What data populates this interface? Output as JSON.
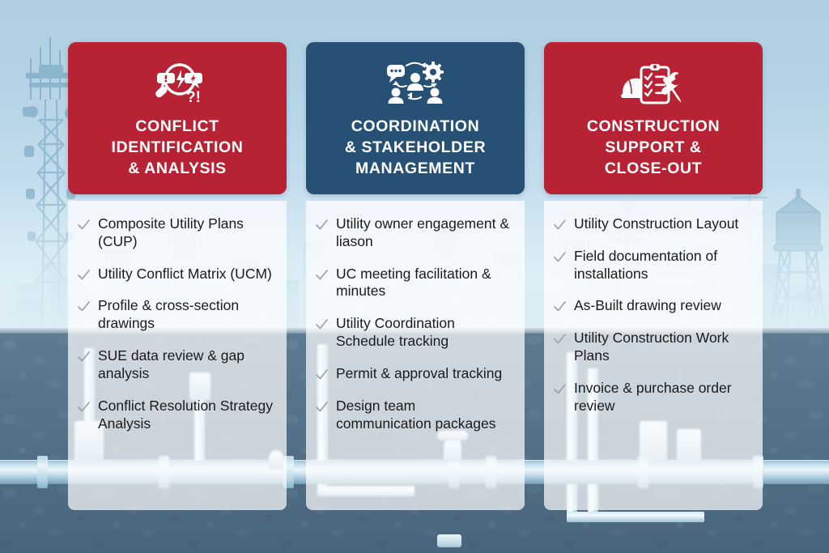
{
  "theme": {
    "red": "#b72234",
    "blue": "#265074",
    "panel_bg": "rgba(255,255,255,0.70)",
    "check_color": "#9aa3a8",
    "text_color": "#1a1a1a",
    "sky_color": "#b9d6e6",
    "underground_color": "#55738a"
  },
  "background": {
    "scene_name": "utility-infrastructure-scene",
    "elements": [
      "cell-tower-icon",
      "city-skyline",
      "water-tower-icon",
      "power-pole-icon",
      "underground-pipes",
      "gravel-soil-texture"
    ]
  },
  "columns": [
    {
      "id": "conflict-identification",
      "accent": "red",
      "icon": "conflict-magnifier-icon",
      "title": "CONFLICT\nIDENTIFICATION\n& ANALYSIS",
      "items": [
        "Composite Utility Plans (CUP)",
        "Utility Conflict Matrix (UCM)",
        "Profile & cross-section drawings",
        "SUE data review & gap analysis",
        "Conflict Resolution Strategy Analysis"
      ]
    },
    {
      "id": "coordination-stakeholder-management",
      "accent": "blue",
      "icon": "stakeholder-network-icon",
      "title": "COORDINATION\n& STAKEHOLDER\nMANAGEMENT",
      "items": [
        "Utility owner engagement & liason",
        "UC meeting facilitation & minutes",
        "Utility Coordination Schedule tracking",
        "Permit & approval tracking",
        "Design team communication packages"
      ]
    },
    {
      "id": "construction-support-closeout",
      "accent": "red",
      "icon": "hardhat-clipboard-tools-icon",
      "title": "CONSTRUCTION\nSUPPORT &\nCLOSE-OUT",
      "items": [
        "Utility Construction Layout",
        "Field documentation of installations",
        "As-Built drawing review",
        "Utility Construction Work Plans",
        "Invoice & purchase order review"
      ]
    }
  ]
}
